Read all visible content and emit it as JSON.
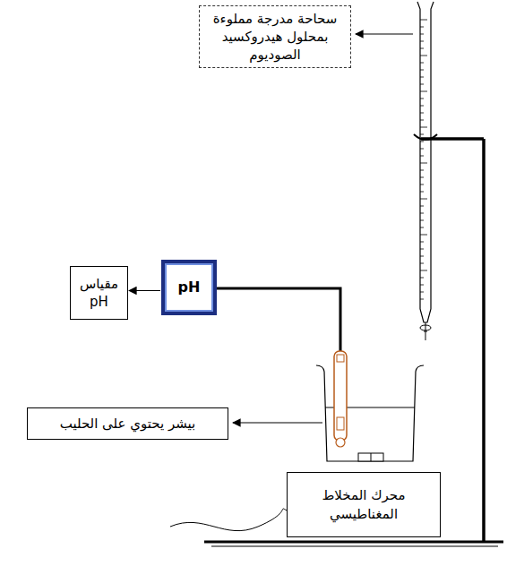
{
  "diagram": {
    "nodes": [
      {
        "text": [
          "سحاحة مدرجة مملوءة بمحلول هيدروكسيد الصوديوم"
        ]
      },
      {
        "text": [
          "مقياس pH"
        ]
      },
      {
        "text": [
          "pH"
        ]
      },
      {
        "text": [
          "بيشر يحتوي على الحليب"
        ]
      },
      {
        "text": [
          "محرك المخلاط المغناطيسي"
        ]
      }
    ],
    "edges": [
      {
        "from": 2,
        "to": 1,
        "arrow": "to"
      }
    ]
  }
}
